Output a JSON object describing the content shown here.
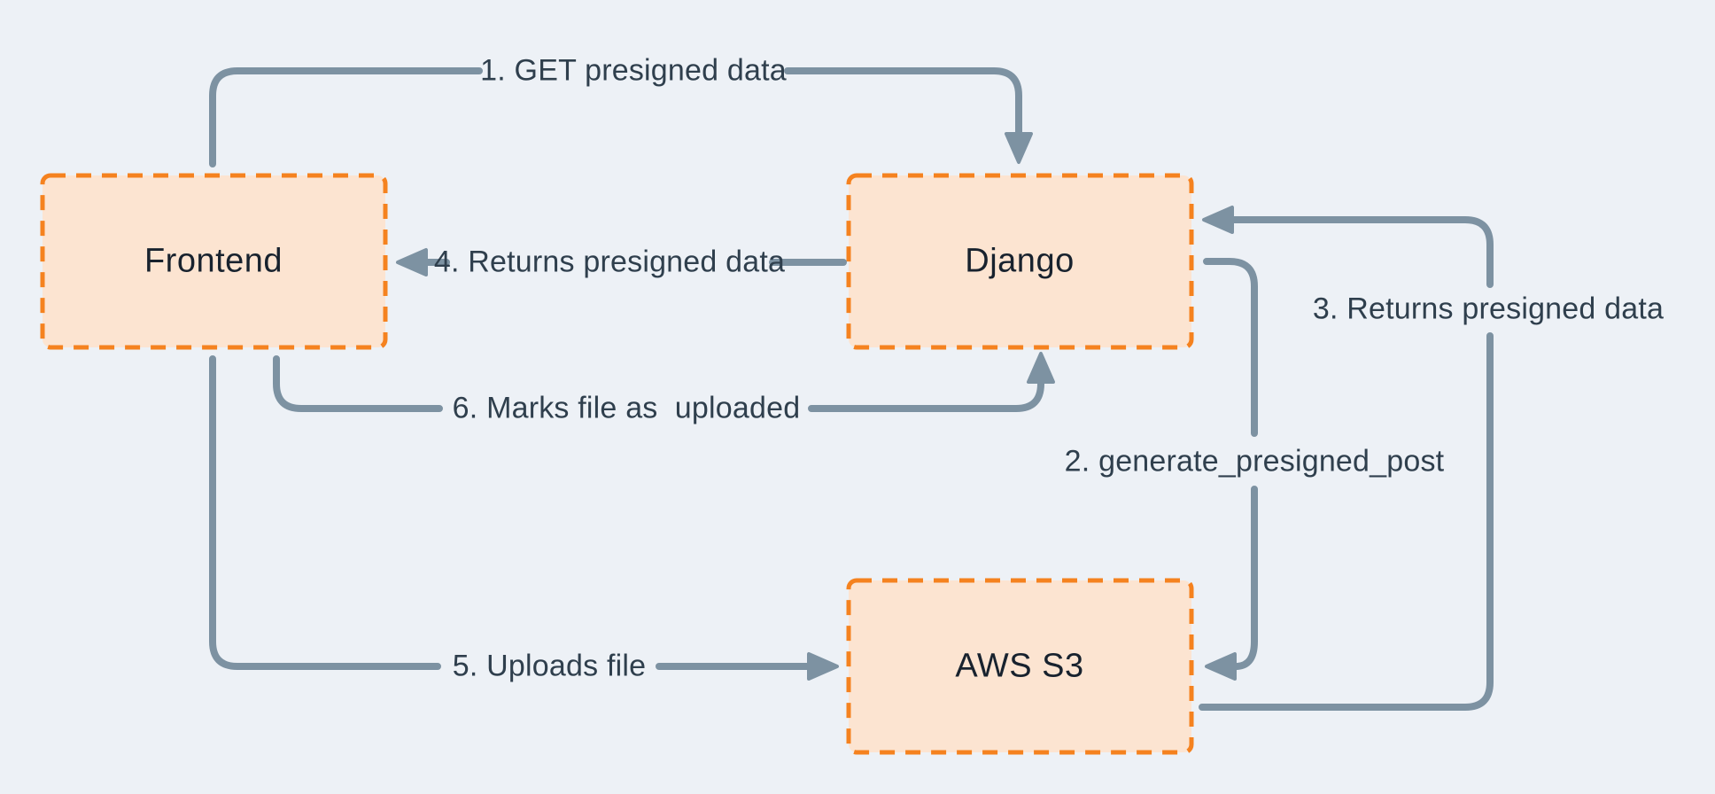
{
  "diagram": {
    "nodes": [
      {
        "id": "frontend",
        "label": "Frontend"
      },
      {
        "id": "django",
        "label": "Django"
      },
      {
        "id": "aws-s3",
        "label": "AWS S3"
      }
    ],
    "edges": [
      {
        "step": 1,
        "from": "frontend",
        "to": "django",
        "label": "1. GET presigned data"
      },
      {
        "step": 2,
        "from": "django",
        "to": "aws-s3",
        "label": "2. generate_presigned_post"
      },
      {
        "step": 3,
        "from": "aws-s3",
        "to": "django",
        "label": "3. Returns presigned data"
      },
      {
        "step": 4,
        "from": "django",
        "to": "frontend",
        "label": "4. Returns presigned data"
      },
      {
        "step": 5,
        "from": "frontend",
        "to": "aws-s3",
        "label": "5. Uploads file"
      },
      {
        "step": 6,
        "from": "frontend",
        "to": "django",
        "label": "6. Marks file as  uploaded"
      }
    ],
    "colors": {
      "background": "#edf1f6",
      "node_fill": "#fce4d1",
      "node_border": "#f5821f",
      "connector": "#7d92a2",
      "edge_label_text": "#2f3f4d",
      "node_label_text": "#18222e"
    }
  }
}
